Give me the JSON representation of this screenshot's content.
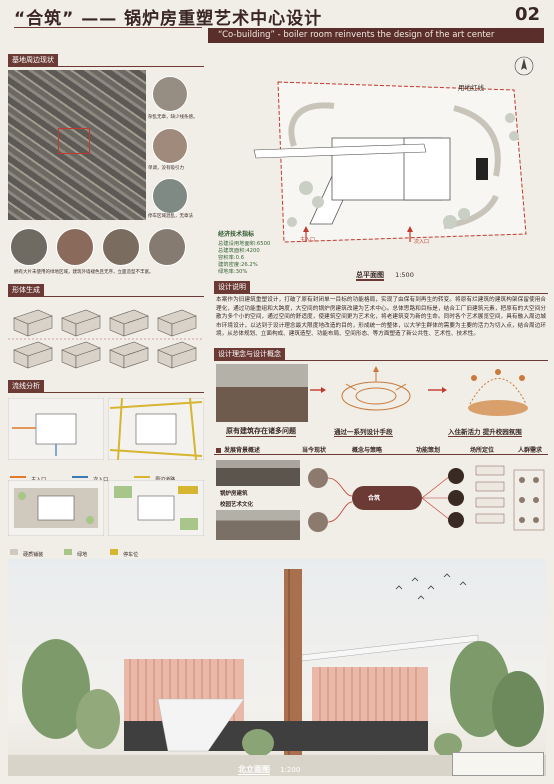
{
  "header": {
    "title": "“合筑” —— 锅炉房重塑艺术中心设计",
    "page_number": "02",
    "subtitle": "“Co-building” - boiler room reinvents the design of the art center"
  },
  "site_analysis": {
    "tab": "基地周边现状",
    "notes": [
      "杂乱无章，缺少线条感。",
      "单调，没有吸引力",
      "停车区域混乱，无章法"
    ],
    "bottom_note": "拥有大片未使用的绿地区域，建筑外墙褪色且无序，立面造型不丰富。"
  },
  "massing": {
    "tab": "形体生成"
  },
  "streamline": {
    "tab": "流线分析",
    "legend_top": [
      "主入口",
      "次入口",
      "周边道路"
    ],
    "legend_bottom": [
      "硬质铺装",
      "绿地",
      "停车位"
    ]
  },
  "site_plan": {
    "boundary_label": "用地红线",
    "entry_main": "主入口",
    "entry_secondary": "次入口",
    "title": "总平面图",
    "scale": "1:500"
  },
  "economics": {
    "tab": "经济技术指标",
    "items": [
      "总建设用地面积:6500",
      "总建筑面积:4200",
      "容积率:0.6",
      "建筑密度:26.2%",
      "绿地率:30%"
    ]
  },
  "design_notes": {
    "tab": "设计说明",
    "text": "本案作为旧建筑重塑设计，打破了原有封闭单一目标的功能格局，实现了由保有到再生的转变。将原有烂建筑的建筑构架保留使用合理化，通过功能重组和大跨度，大空间的锅炉房建筑改建为艺术中心。总体思路和目标是，结合工厂旧建筑元素，把原有的大空间分散为多个小的空间，通过空间的舒适度，使建筑空间更为艺术化，将老建筑变为新的生命。同时各个艺术展览空间，具有融入周边城市环境设计，以达到于设计理念最大限度地改造的目的，形成统一的整体，以大学生群体的需要为主要的活力为切入点，结合周边环境，从总体规划、立面构成、建筑造型、功能布局、空间形态、等方面塑造了新公共性、艺术性、技术性。"
  },
  "concept": {
    "tab": "设计理念与设计概念",
    "captions": [
      "原有建筑存在诸多问题",
      "通过一系列设计手段",
      "入住新活力 提升校园氛围"
    ]
  },
  "strategy": {
    "bullet": "发展背景概述",
    "columns": [
      "当今现状",
      "概念与策略",
      "功能策划",
      "场所定位",
      "人群需求"
    ],
    "left_labels": [
      "锅炉房建筑",
      "校园艺术文化"
    ],
    "center_label": "合筑"
  },
  "elevation": {
    "title": "北立面图",
    "scale": "1:200"
  }
}
